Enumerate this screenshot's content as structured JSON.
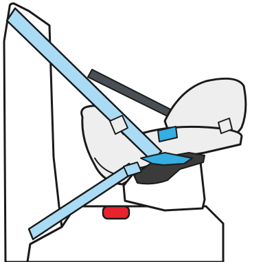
{
  "illustration": {
    "subject": "car-seat-installed-with-vehicle-belt",
    "colors": {
      "outline": "#1a1a1a",
      "belt": "#a9dbf5",
      "belt_guide": "#36aee2",
      "tether": "#4a4f55",
      "seat_shell": "#eeeeee",
      "seat_pad": "#3b3b3b",
      "base": "#ffffff",
      "indicator": "#e8222e",
      "vehicle_seat": "#ffffff"
    },
    "parts": [
      "vehicle-seat-back",
      "vehicle-seat-cushion",
      "shoulder-belt",
      "lap-belt",
      "top-tether-strap",
      "car-seat-shell",
      "car-seat-base",
      "belt-lock-off",
      "level-indicator"
    ]
  }
}
